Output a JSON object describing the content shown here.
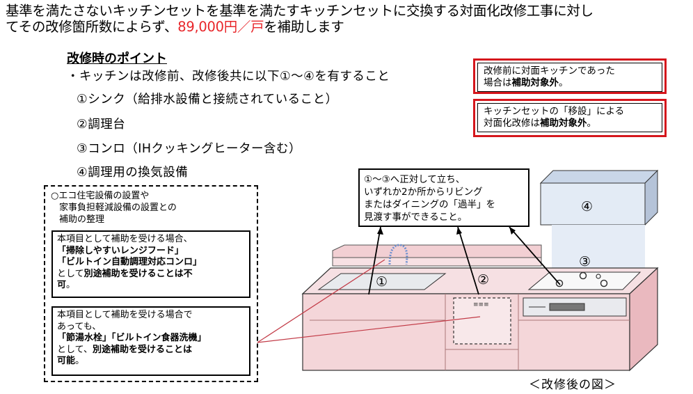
{
  "headline": {
    "line1": "基準を満たさないキッチンセットを基準を満たすキッチンセットに交換する対面化改修工事に対し",
    "line2_prefix": "てその改修箇所数によらず、",
    "amount": "89,000円／戸",
    "line2_suffix": "を補助します"
  },
  "points": {
    "title": "改修時のポイント",
    "lead": "・キッチンは改修前、改修後共に以下①～④を有すること",
    "items": [
      "①シンク（給排水設備と接続されていること）",
      "②調理台",
      "③コンロ（IHクッキングヒーター含む）",
      "④調理用の換気設備"
    ]
  },
  "red_notes": {
    "note1_line1": "改修前に対面キッチンであった",
    "note1_line2_a": "場合は",
    "note1_line2_bold": "補助対象外",
    "note1_line2_b": "。",
    "note2_line1": "キッチンセットの「移設」による",
    "note2_line2_a": "対面化改修は",
    "note2_line2_bold": "補助対象外",
    "note2_line2_b": "。"
  },
  "eco": {
    "title_line1": "○エコ住宅設備の設置や",
    "title_line2": "家事負担軽減設備の設置との",
    "title_line3": "補助の整理",
    "box1_line1": "本項目として補助を受ける場合、",
    "box1_line2": "「掃除しやすいレンジフード」",
    "box1_line3": "「ビルトイン自動調理対応コンロ」",
    "box1_line4_a": "として",
    "box1_line4_bold": "別途補助を受けることは不",
    "box1_line5_bold": "可",
    "box1_line5_b": "。",
    "box2_line1": "本項目として補助を受ける場合で",
    "box2_line2": "あっても、",
    "box2_line3": "「節湯水栓」「ビルトイン食器洗機」",
    "box2_line4_a": "として、",
    "box2_line4_bold": "別途補助を受けることは",
    "box2_line5_bold": "可能",
    "box2_line5_b": "。"
  },
  "callout": {
    "line1": "①～③へ正対して立ち、",
    "line2": "いずれか2か所からリビング",
    "line3": "またはダイニングの「過半」を",
    "line4": "見渡す事ができること。"
  },
  "labels": {
    "n1": "①",
    "n2": "②",
    "n3": "③",
    "n4": "④"
  },
  "caption": "＜改修後の図＞",
  "colors": {
    "accent_red": "#e8262a",
    "box_red": "#d5161c",
    "kitchen_pink": "#f4d6d9",
    "hood_blue": "#dfe8f4"
  }
}
